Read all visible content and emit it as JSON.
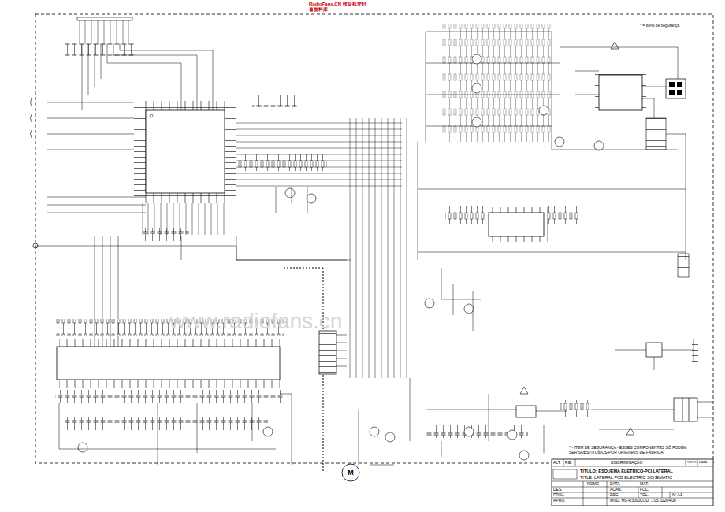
{
  "diagram": {
    "nodes": [
      {
        "text": [
          "M"
        ]
      }
    ],
    "labels": [
      "RadioFans.CN 收音机爱好者资料库",
      "www.radiofans.cn",
      "* = Itens de segurança",
      "* - ITEM DE SEGURANÇA - ESSES COMPONENTES SÓ PODEM SER SUBSTITUÍDOS POR ORIGINAIS DE FÁBRICA",
      "ALT.",
      "P.E.",
      "DISCRIMINAÇÃO",
      "VISTO",
      "DATA",
      "TÍTULO: ESQUEMA ELÉTRICO-PCI LATERAL",
      "TITLE: LATERAL PCB ELECTRIC SCHEMATIC",
      "NOME",
      "DATA",
      "MAT.",
      "DES.",
      "ACAB.",
      "PROJ.",
      "ESC.",
      "TOL.",
      "APRO.",
      "MOD. MS-R3000",
      "FOL.",
      "Nº A1",
      "COD. 1.05.02264.08"
    ]
  }
}
